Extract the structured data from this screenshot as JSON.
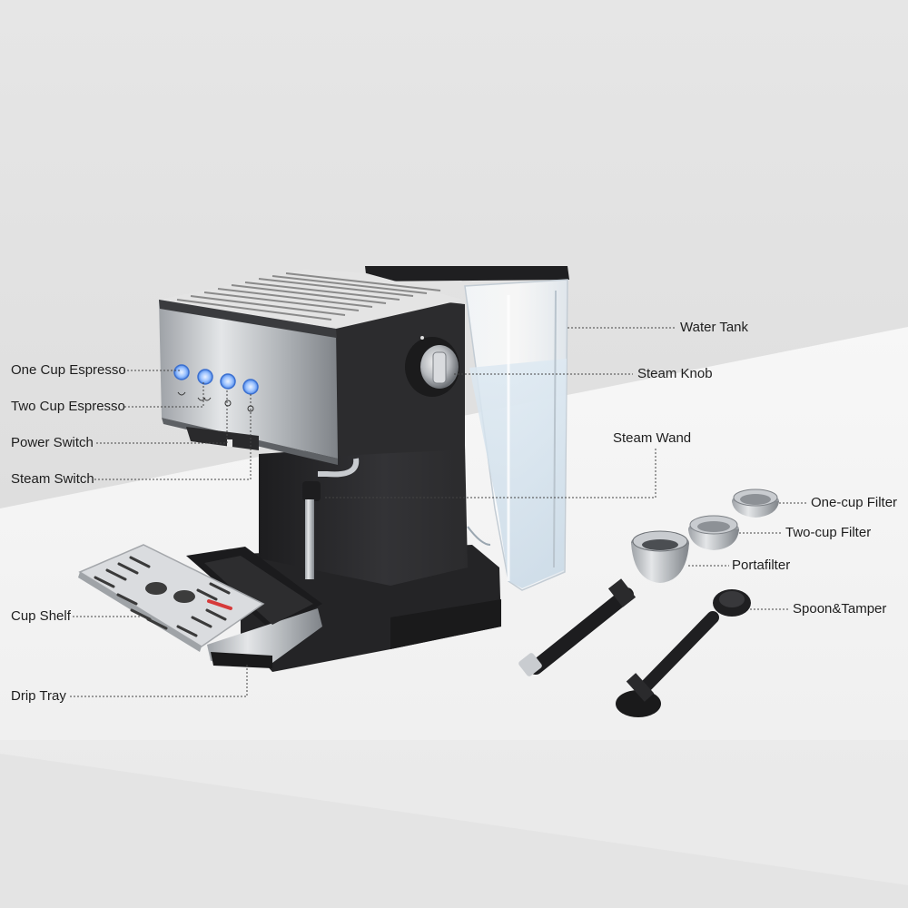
{
  "labels": {
    "one_cup_espresso": "One Cup Espresso",
    "two_cup_espresso": "Two Cup Espresso",
    "power_switch": "Power Switch",
    "steam_switch": "Steam Switch",
    "cup_shelf": "Cup Shelf",
    "drip_tray": "Drip Tray",
    "water_tank": "Water Tank",
    "steam_knob": "Steam Knob",
    "steam_wand": "Steam Wand",
    "one_cup_filter": "One-cup Filter",
    "two_cup_filter": "Two-cup Filter",
    "portafilter": "Portafilter",
    "spoon_tamper": "Spoon&Tamper"
  },
  "colors": {
    "background_upper": "#dcdcdc",
    "background_floor": "#f4f4f4",
    "machine_body": "#2a2a2c",
    "steel": "#b9bcc0",
    "button_glow": "#6ea8ff",
    "indicator_red": "#d63a3a"
  }
}
